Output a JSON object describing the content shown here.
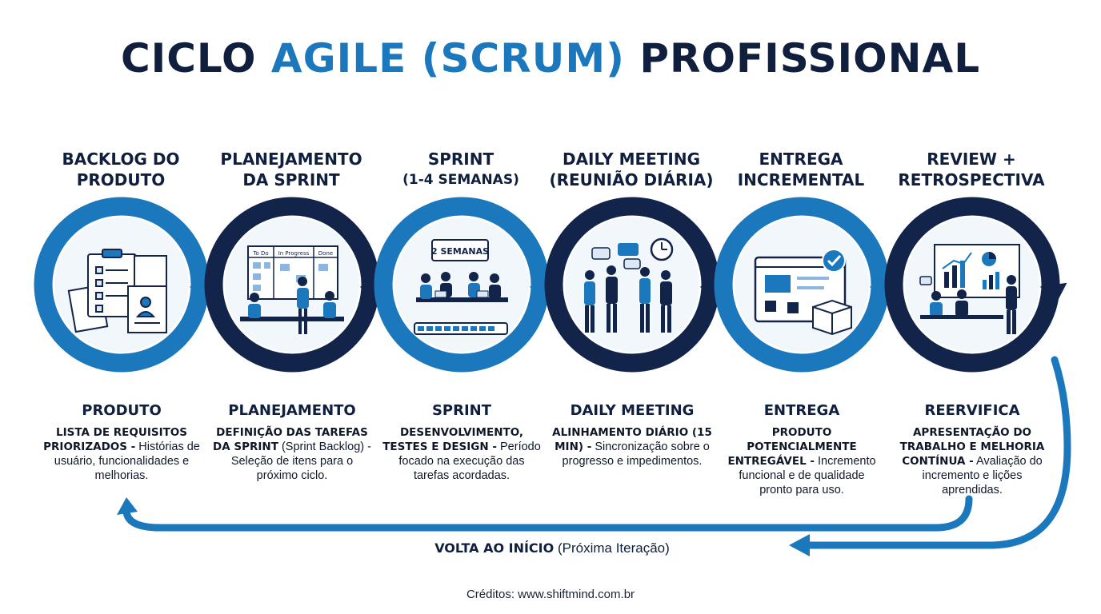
{
  "title": {
    "part1": "CICLO ",
    "part2": "AGILE (SCRUM)",
    "part3": " PROFISSIONAL",
    "accent_color": "#1c78bd",
    "dark_color": "#0f1f3d"
  },
  "stages": [
    {
      "title_line1": "BACKLOG DO",
      "title_line2": "PRODUTO",
      "title_small": "",
      "ring_color": "#1c78bd",
      "icon": "documents-checklist-icon",
      "heading": "PRODUTO",
      "bold_text": "LISTA DE REQUISITOS PRIORIZADOS -",
      "text": " Histórias de usuário, funcionalidades e melhorias."
    },
    {
      "title_line1": "PLANEJAMENTO",
      "title_line2": "DA SPRINT",
      "title_small": "",
      "ring_color": "#13244a",
      "icon": "kanban-board-team-icon",
      "board_labels": [
        "To Do",
        "In Progress",
        "Done"
      ],
      "heading": "PLANEJAMENTO",
      "bold_text": "DEFINIÇÃO DAS TAREFAS DA SPRINT",
      "text": " (Sprint Backlog) - Seleção de itens para o próximo ciclo."
    },
    {
      "title_line1": "SPRINT",
      "title_line2": "",
      "title_small": "(1-4 SEMANAS)",
      "ring_color": "#1c78bd",
      "icon": "team-working-icon",
      "banner": "2 SEMANAS",
      "heading": "SPRINT",
      "bold_text": "DESENVOLVIMENTO, TESTES E DESIGN -",
      "text": " Período focado na execução das tarefas acordadas."
    },
    {
      "title_line1": "DAILY MEETING",
      "title_line2": "(REUNIÃO DIÁRIA)",
      "title_small": "",
      "ring_color": "#13244a",
      "icon": "standing-meeting-clock-icon",
      "heading": "DAILY MEETING",
      "bold_text": "ALINHAMENTO DIÁRIO (15 MIN) -",
      "text": " Sincronização sobre o progresso e impedimentos."
    },
    {
      "title_line1": "ENTREGA",
      "title_line2": "INCREMENTAL",
      "title_small": "",
      "ring_color": "#1c78bd",
      "icon": "browser-package-check-icon",
      "heading": "ENTREGA",
      "bold_text": "PRODUTO POTENCIALMENTE ENTREGÁVEL -",
      "text": " Incremento funcional e de qualidade pronto para uso."
    },
    {
      "title_line1": "REVIEW +",
      "title_line2": "RETROSPECTIVA",
      "title_small": "",
      "ring_color": "#13244a",
      "icon": "presentation-chart-icon",
      "heading": "REERVIFICA",
      "bold_text": "APRESENTAÇÃO DO TRABALHO E MELHORIA CONTÍNUA -",
      "text": " Avaliação do incremento e lições aprendidas."
    }
  ],
  "return_label": {
    "bold": "VOLTA AO INÍCIO",
    "normal": " (Próxima Iteração)"
  },
  "credits": "Créditos: www.shiftmind.com.br"
}
